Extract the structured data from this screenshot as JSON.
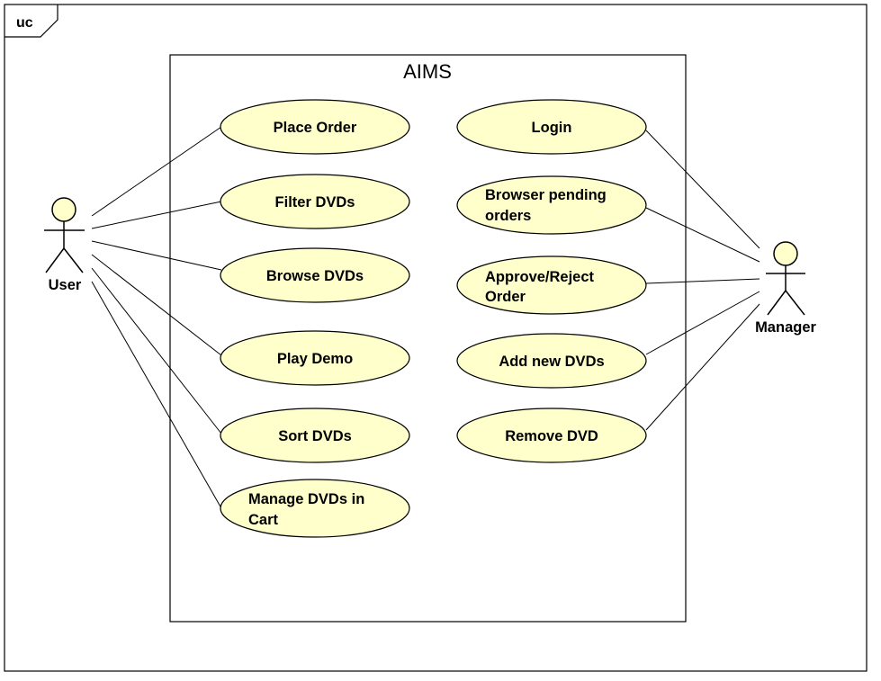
{
  "frame": {
    "tag": "uc"
  },
  "system": {
    "title": "AIMS"
  },
  "actors": {
    "user": {
      "label": "User"
    },
    "manager": {
      "label": "Manager"
    }
  },
  "use_cases": {
    "place_order": [
      "Place Order"
    ],
    "filter_dvds": [
      "Filter DVDs"
    ],
    "browse_dvds": [
      "Browse DVDs"
    ],
    "play_demo": [
      "Play Demo"
    ],
    "sort_dvds": [
      "Sort DVDs"
    ],
    "manage_cart": [
      "Manage DVDs in",
      "Cart"
    ],
    "login": [
      "Login"
    ],
    "browse_pending": [
      "Browser pending",
      "orders"
    ],
    "approve_reject": [
      "Approve/Reject",
      "Order"
    ],
    "add_new_dvds": [
      "Add new DVDs"
    ],
    "remove_dvd": [
      "Remove DVD"
    ]
  },
  "colors": {
    "use_case_fill": "#FFFFCC",
    "actor_fill": "#FFFFCC",
    "stroke": "#000000"
  }
}
